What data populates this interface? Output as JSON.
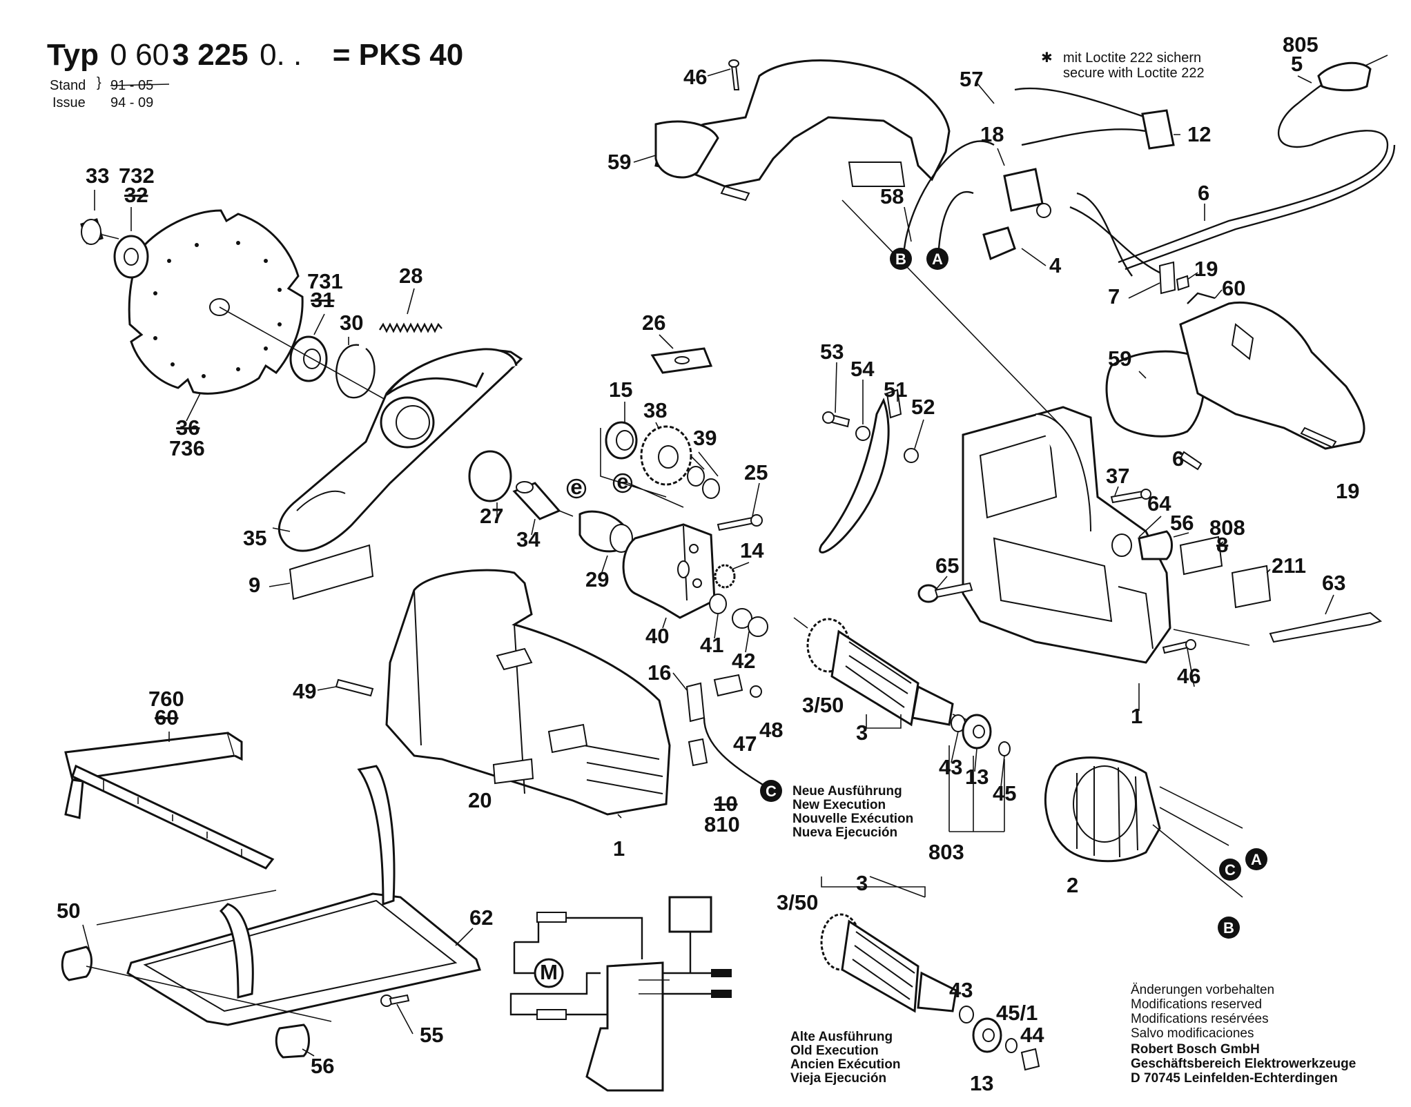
{
  "header": {
    "typ_word": "Typ",
    "typ_prefix": "0 60",
    "typ_bold": "3 225",
    "typ_suffix": "0. .",
    "model": "= PKS 40",
    "stand_label": "Stand",
    "issue_label": "Issue",
    "stand_value": "91 - 05",
    "issue_value": "94 - 09"
  },
  "loctite_note": {
    "symbol": "✱",
    "line1": "mit Loctite 222 sichern",
    "line2": "secure with Loctite 222"
  },
  "new_version": {
    "lines": [
      "Neue Ausführung",
      "New Execution",
      "Nouvelle Exécution",
      "Nueva Ejecución"
    ]
  },
  "old_version": {
    "lines": [
      "Alte Ausführung",
      "Old Execution",
      "Ancien Exécution",
      "Vieja Ejecución"
    ]
  },
  "footer": {
    "lines": [
      "Änderungen vorbehalten",
      "Modifications reserved",
      "Modifications resérvées",
      "Salvo modificaciones"
    ],
    "company": [
      "Robert Bosch GmbH",
      "Geschäftsbereich Elektrowerkzeuge",
      "D 70745 Leinfelden-Echterdingen"
    ]
  },
  "connectors": {
    "a": "A",
    "b": "B",
    "c": "C",
    "e": "e",
    "motor": "M"
  },
  "labels": {
    "p1a": "1",
    "p1b": "1",
    "p2": "2",
    "p3a": "3",
    "p3b": "3",
    "p3_50a": "3/50",
    "p3_50b": "3/50",
    "p4": "4",
    "p5": "5",
    "p6a": "6",
    "p6b": "6",
    "p7": "7",
    "p9": "9",
    "p10": "10",
    "p810": "810",
    "p12": "12",
    "p13a": "13",
    "p13b": "13",
    "p14": "14",
    "p15": "15",
    "p16": "16",
    "p18": "18",
    "p19a": "19",
    "p19b": "19",
    "p20": "20",
    "p25": "25",
    "p26": "26",
    "p27": "27",
    "p28": "28",
    "p29": "29",
    "p30": "30",
    "p31": "31",
    "p731": "731",
    "p32": "32",
    "p732": "732",
    "p33": "33",
    "p34": "34",
    "p35": "35",
    "p36": "36",
    "p736": "736",
    "p37": "37",
    "p38": "38",
    "p39": "39",
    "p40": "40",
    "p41": "41",
    "p42": "42",
    "p43a": "43",
    "p43b": "43",
    "p44": "44",
    "p45": "45",
    "p45_1": "45/1",
    "p46a": "46",
    "p46b": "46",
    "p47": "47",
    "p48": "48",
    "p49": "49",
    "p50": "50",
    "p51": "51",
    "p52": "52",
    "p53": "53",
    "p54": "54",
    "p55": "55",
    "p56a": "56",
    "p56b": "56",
    "p57": "57",
    "p58": "58",
    "p59a": "59",
    "p59b": "59",
    "p60a": "60",
    "p60b": "60",
    "p760": "760",
    "p62": "62",
    "p63": "63",
    "p64": "64",
    "p65": "65",
    "p803": "803",
    "p805": "805",
    "p808": "808",
    "p8": "8",
    "p211": "211"
  }
}
